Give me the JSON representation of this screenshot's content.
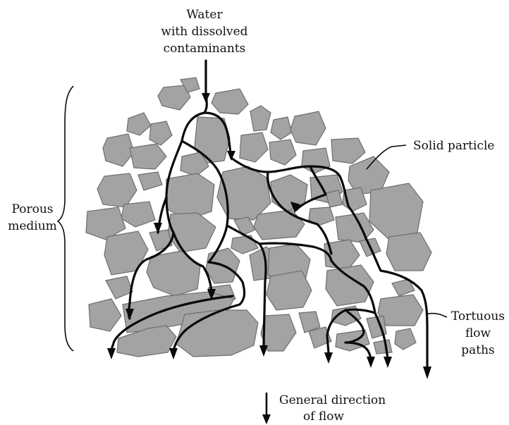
{
  "labels": {
    "inflow_line1": "Water",
    "inflow_line2": "with dissolved",
    "inflow_line3": "contaminants",
    "solid_particle": "Solid particle",
    "porous_line1": "Porous",
    "porous_line2": "medium",
    "tortuous_line1": "Tortuous",
    "tortuous_line2": "flow",
    "tortuous_line3": "paths",
    "direction_line1": "General direction",
    "direction_line2": "of flow"
  }
}
